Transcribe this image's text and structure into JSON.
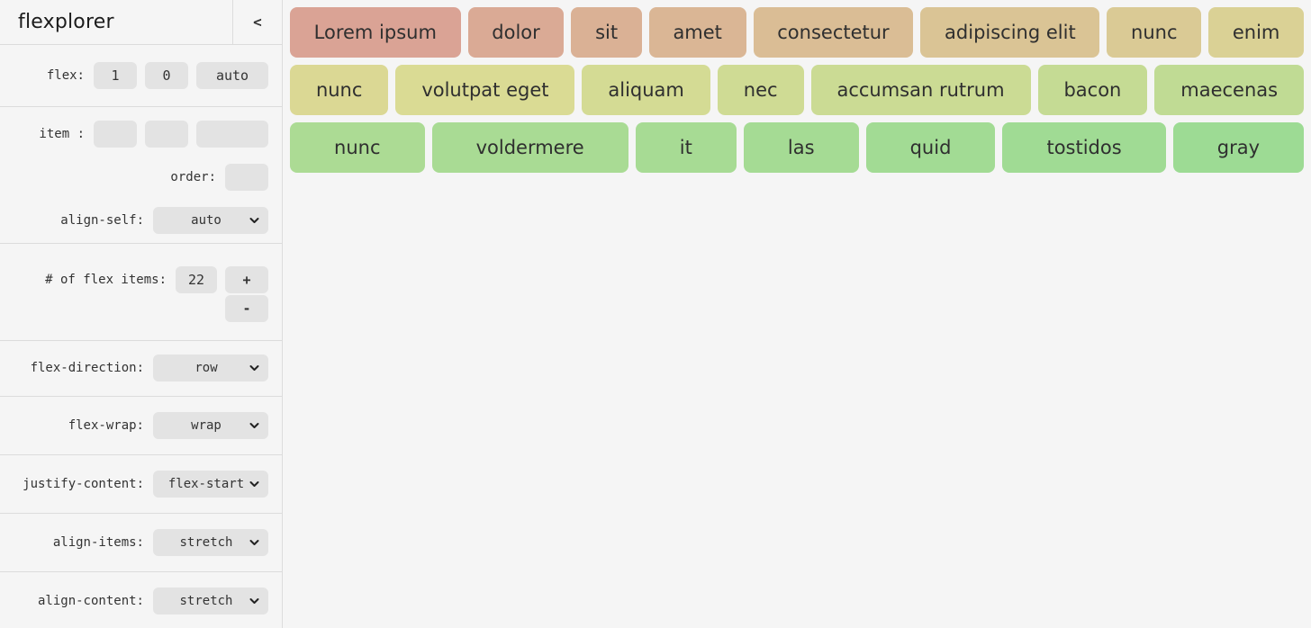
{
  "header": {
    "title": "flexplorer",
    "collapse_label": "<"
  },
  "sidebar": {
    "flex": {
      "label": "flex:",
      "grow": "1",
      "shrink": "0",
      "basis": "auto"
    },
    "item": {
      "label": "item :",
      "values": [
        "",
        "",
        ""
      ]
    },
    "order": {
      "label": "order:",
      "value": ""
    },
    "align_self": {
      "label": "align-self:",
      "value": "auto"
    },
    "count": {
      "label": "# of flex items:",
      "value": "22",
      "plus": "+",
      "minus": "-"
    },
    "flex_direction": {
      "label": "flex-direction:",
      "value": "row"
    },
    "flex_wrap": {
      "label": "flex-wrap:",
      "value": "wrap"
    },
    "justify_content": {
      "label": "justify-content:",
      "value": "flex-start"
    },
    "align_items": {
      "label": "align-items:",
      "value": "stretch"
    },
    "align_content": {
      "label": "align-content:",
      "value": "stretch"
    }
  },
  "flex_items": [
    {
      "label": "Lorem ipsum",
      "color": "#daa395",
      "row": 1
    },
    {
      "label": "dolor",
      "color": "#daaa95",
      "row": 1
    },
    {
      "label": "sit",
      "color": "#dab195",
      "row": 1
    },
    {
      "label": "amet",
      "color": "#dab695",
      "row": 1
    },
    {
      "label": "consectetur",
      "color": "#dabd95",
      "row": 1
    },
    {
      "label": "adipiscing elit",
      "color": "#dac495",
      "row": 1
    },
    {
      "label": "nunc",
      "color": "#daca95",
      "row": 1
    },
    {
      "label": "enim",
      "color": "#dad195",
      "row": 1
    },
    {
      "label": "nunc",
      "color": "#dbd894",
      "row": 2
    },
    {
      "label": "volutpat eget",
      "color": "#dadb94",
      "row": 2
    },
    {
      "label": "aliquam",
      "color": "#d4db94",
      "row": 2
    },
    {
      "label": "nec",
      "color": "#cfdb94",
      "row": 2
    },
    {
      "label": "accumsan rutrum",
      "color": "#cbdb94",
      "row": 2
    },
    {
      "label": "bacon",
      "color": "#c5db94",
      "row": 2
    },
    {
      "label": "maecenas",
      "color": "#c0db94",
      "row": 2
    },
    {
      "label": "nunc",
      "color": "#acdb94",
      "row": 3
    },
    {
      "label": "voldermere",
      "color": "#a9db94",
      "row": 3
    },
    {
      "label": "it",
      "color": "#a7db94",
      "row": 3
    },
    {
      "label": "las",
      "color": "#a5db94",
      "row": 3
    },
    {
      "label": "quid",
      "color": "#a2db94",
      "row": 3
    },
    {
      "label": "tostidos",
      "color": "#a0db94",
      "row": 3
    },
    {
      "label": "gray",
      "color": "#9ddb94",
      "row": 3
    }
  ]
}
